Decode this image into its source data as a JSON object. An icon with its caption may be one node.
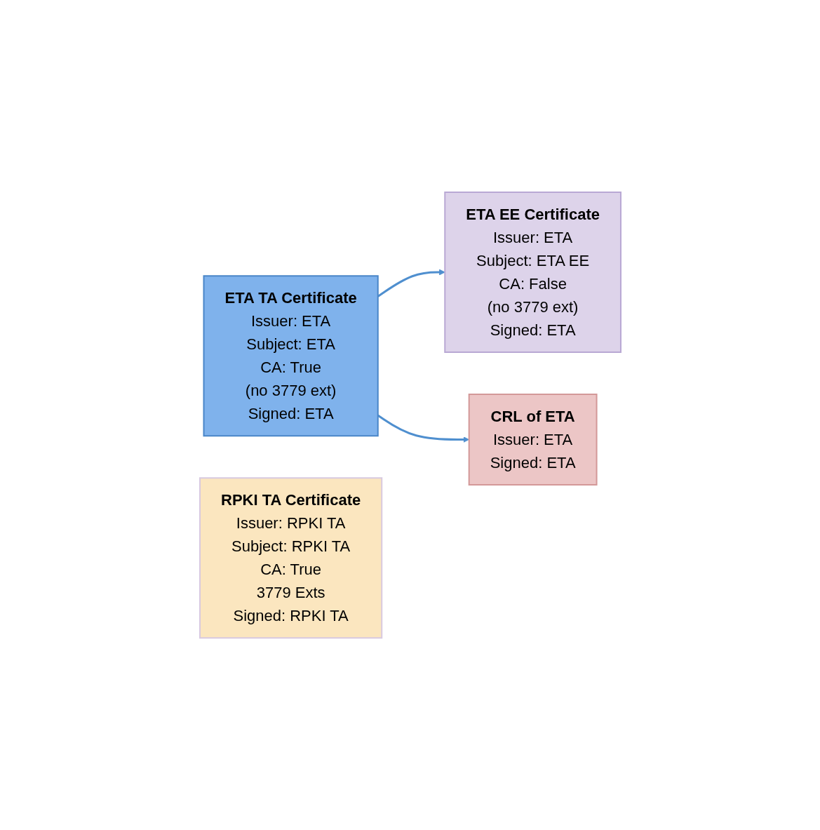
{
  "diagram": {
    "nodes": [
      {
        "text": [
          "ETA TA Certificate",
          "Issuer: ETA",
          "Subject: ETA",
          "CA: True",
          "(no 3779 ext)",
          "Signed: ETA"
        ]
      },
      {
        "text": [
          "ETA EE Certificate",
          "Issuer: ETA",
          "Subject: ETA EE",
          "CA: False",
          "(no 3779 ext)",
          "Signed: ETA"
        ]
      },
      {
        "text": [
          "CRL of ETA",
          "Issuer: ETA",
          "Signed: ETA"
        ]
      },
      {
        "text": [
          "RPKI TA Certificate",
          "Issuer: RPKI TA",
          "Subject: RPKI TA",
          "CA: True",
          "3779 Exts",
          "Signed: RPKI TA"
        ]
      }
    ],
    "edges": [
      {
        "from": 0,
        "to": 1,
        "arrow": "to"
      },
      {
        "from": 0,
        "to": 2,
        "arrow": "to"
      }
    ]
  }
}
